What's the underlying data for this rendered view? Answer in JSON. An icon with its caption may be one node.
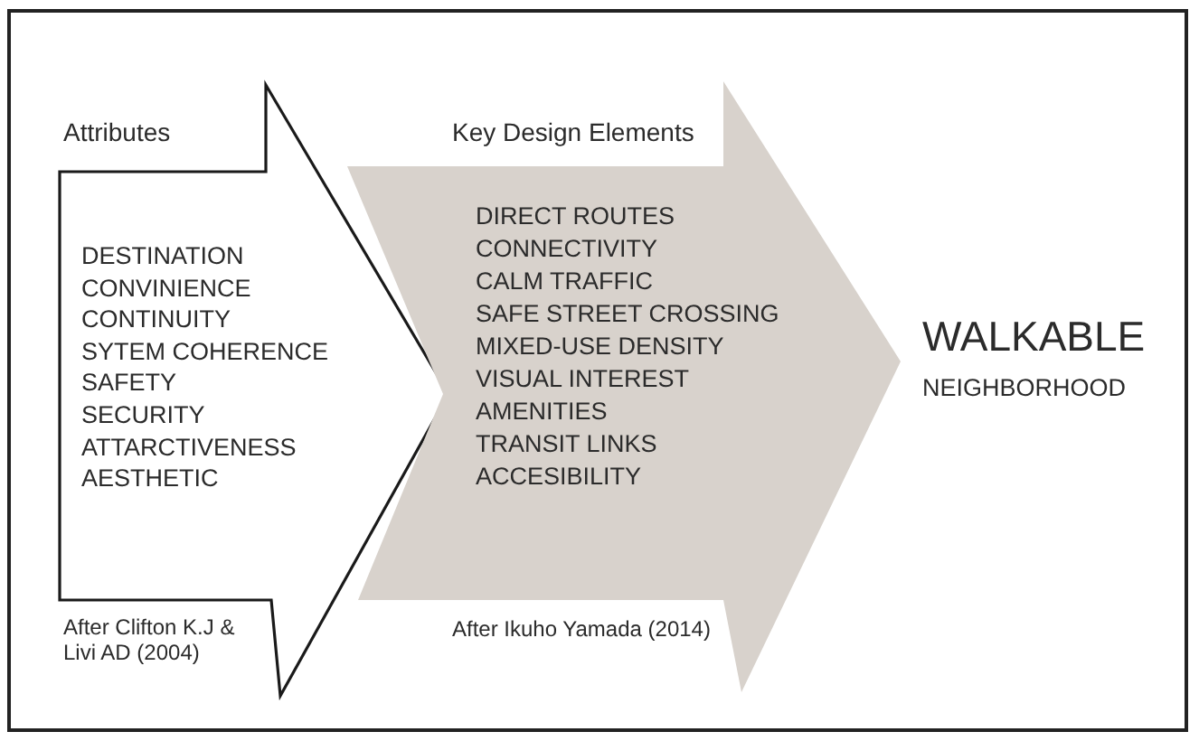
{
  "diagram": {
    "nodes": [
      {
        "text": [
          "Attributes",
          "DESTINATION",
          "CONVINIENCE",
          "CONTINUITY",
          "SYTEM COHERENCE",
          "SAFETY",
          "SECURITY",
          "ATTARCTIVENESS",
          "AESTHETIC",
          "After Clifton K.J & Livi AD (2004)"
        ]
      },
      {
        "text": [
          "Key Design Elements",
          "DIRECT ROUTES",
          "CONNECTIVITY",
          "CALM TRAFFIC",
          "SAFE STREET CROSSING",
          "MIXED-USE DENSITY",
          "VISUAL INTEREST",
          "AMENITIES",
          "TRANSIT LINKS",
          "ACCESIBILITY",
          "After Ikuho Yamada (2014)"
        ]
      },
      {
        "text": [
          "WALKABLE",
          "NEIGHBORHOOD"
        ]
      }
    ]
  }
}
